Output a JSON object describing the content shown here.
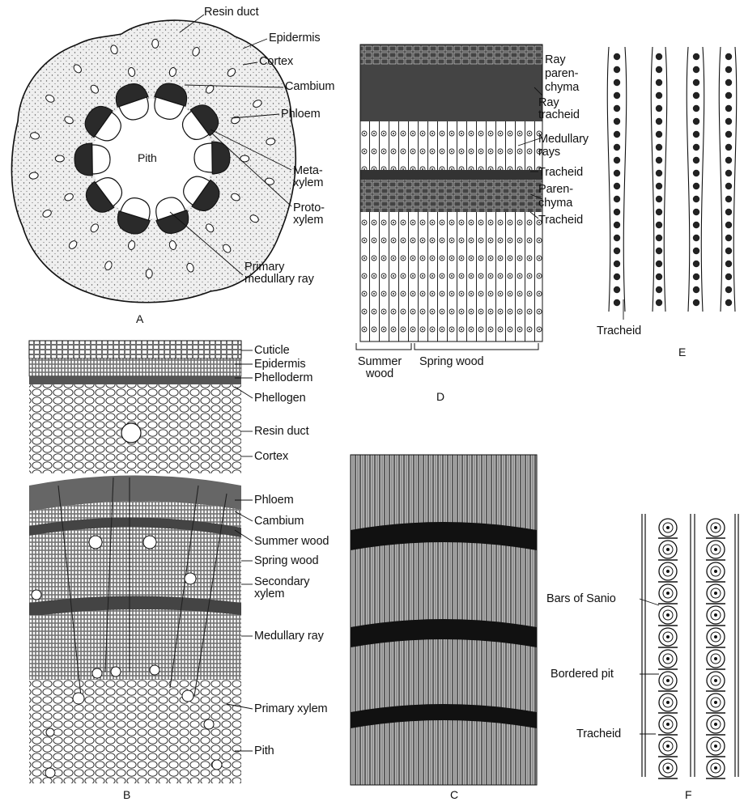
{
  "panels": {
    "A": {
      "letter": "A",
      "center_label": "Pith",
      "labels": [
        "Resin duct",
        "Epidermis",
        "Cortex",
        "Cambium",
        "Phloem",
        "Meta-\nxylem",
        "Proto-\nxylem",
        "Primary\nmedullary ray"
      ]
    },
    "B": {
      "letter": "B",
      "labels": [
        "Cuticle",
        "Epidermis",
        "Phelloderm",
        "Phellogen",
        "Resin duct",
        "Cortex",
        "Phloem",
        "Cambium",
        "Summer wood",
        "Spring wood",
        "Secondary\nxylem",
        "Medullary ray",
        "Primary xylem",
        "Pith"
      ]
    },
    "C": {
      "letter": "C"
    },
    "D": {
      "letter": "D",
      "labels": [
        "Ray\nparen-\nchyma",
        "Ray\ntracheid",
        "Medullary\nrays",
        "Tracheid",
        "Paren-\nchyma",
        "Tracheid"
      ],
      "bottom_labels": [
        "Summer\nwood",
        "Spring wood"
      ]
    },
    "E": {
      "letter": "E",
      "labels": [
        "Tracheid"
      ]
    },
    "F": {
      "letter": "F",
      "labels": [
        "Bars of Sanio",
        "Bordered pit",
        "Tracheid"
      ]
    }
  },
  "colors": {
    "ink": "#111111",
    "stipple_fill": "#ececec",
    "dark_tissue": "#2a2a2a",
    "paper": "#ffffff"
  }
}
